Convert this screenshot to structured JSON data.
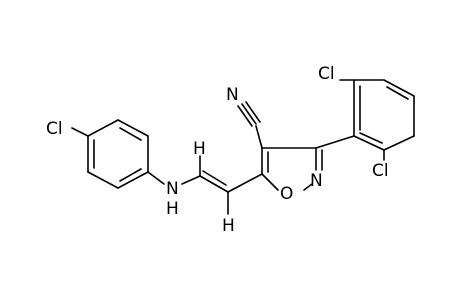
{
  "molecule": {
    "atoms": {
      "cl_top": "Cl",
      "cl_bottom": "Cl",
      "cl_left": "Cl",
      "n_nitrile": "N",
      "n_ring": "N",
      "o_ring": "O",
      "n_amine": "N",
      "h_amine": "H",
      "h_vinyl_top": "H",
      "h_vinyl_bottom": "H"
    }
  }
}
